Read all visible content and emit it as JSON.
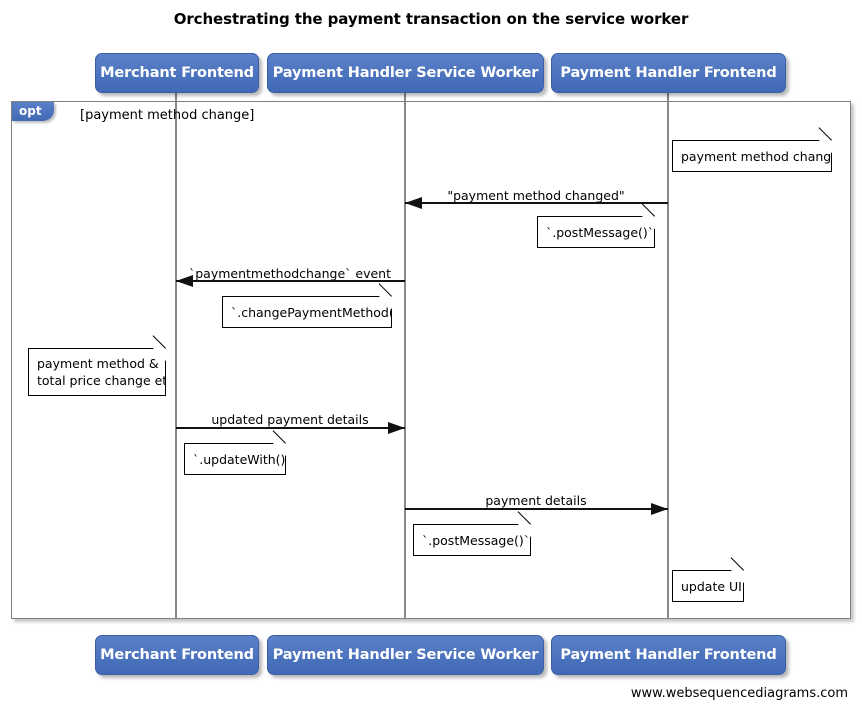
{
  "diagram": {
    "title": "Orchestrating the payment transaction on the service worker",
    "footer": "www.websequencediagrams.com",
    "accent_color": "#4A72BE",
    "line_color": "#888888",
    "text_color": "#000000"
  },
  "actors": [
    {
      "id": "merchant-frontend",
      "label": "Merchant Frontend"
    },
    {
      "id": "payment-handler-service-worker",
      "label": "Payment Handler Service Worker"
    },
    {
      "id": "payment-handler-frontend",
      "label": "Payment Handler Frontend"
    }
  ],
  "actors_bottom": [
    {
      "id": "merchant-frontend",
      "label": "Merchant Frontend"
    },
    {
      "id": "payment-handler-service-worker",
      "label": "Payment Handler Service Worker"
    },
    {
      "id": "payment-handler-frontend",
      "label": "Payment Handler Frontend"
    }
  ],
  "fragment": {
    "type": "opt",
    "guard": "[payment method change]"
  },
  "messages": [
    {
      "id": "payment-method-changed",
      "label": "\"payment method changed\"",
      "from": "payment-handler-frontend",
      "to": "payment-handler-service-worker",
      "direction": "left"
    },
    {
      "id": "paymentmethodchange-event",
      "label": "`paymentmethodchange` event",
      "from": "payment-handler-service-worker",
      "to": "merchant-frontend",
      "direction": "left"
    },
    {
      "id": "updated-payment-details",
      "label": "updated payment details",
      "from": "merchant-frontend",
      "to": "payment-handler-service-worker",
      "direction": "right"
    },
    {
      "id": "payment-details",
      "label": "payment details",
      "from": "payment-handler-service-worker",
      "to": "payment-handler-frontend",
      "direction": "right"
    }
  ],
  "notes": [
    {
      "id": "note-payment-method-changed",
      "text": "payment method changed",
      "over": "payment-handler-frontend"
    },
    {
      "id": "note-post-message-1",
      "text": "`.postMessage()`",
      "over": "payment-handler-frontend"
    },
    {
      "id": "note-change-payment-method",
      "text": "`.changePaymentMethod()`",
      "over": "payment-handler-service-worker"
    },
    {
      "id": "note-price-change",
      "text": "payment method &\ntotal price change etc",
      "over": "merchant-frontend"
    },
    {
      "id": "note-update-with",
      "text": "`.updateWith()`",
      "over": "merchant-frontend"
    },
    {
      "id": "note-post-message-2",
      "text": "`.postMessage()`",
      "over": "payment-handler-service-worker"
    },
    {
      "id": "note-update-ui",
      "text": "update UI",
      "over": "payment-handler-frontend"
    }
  ]
}
